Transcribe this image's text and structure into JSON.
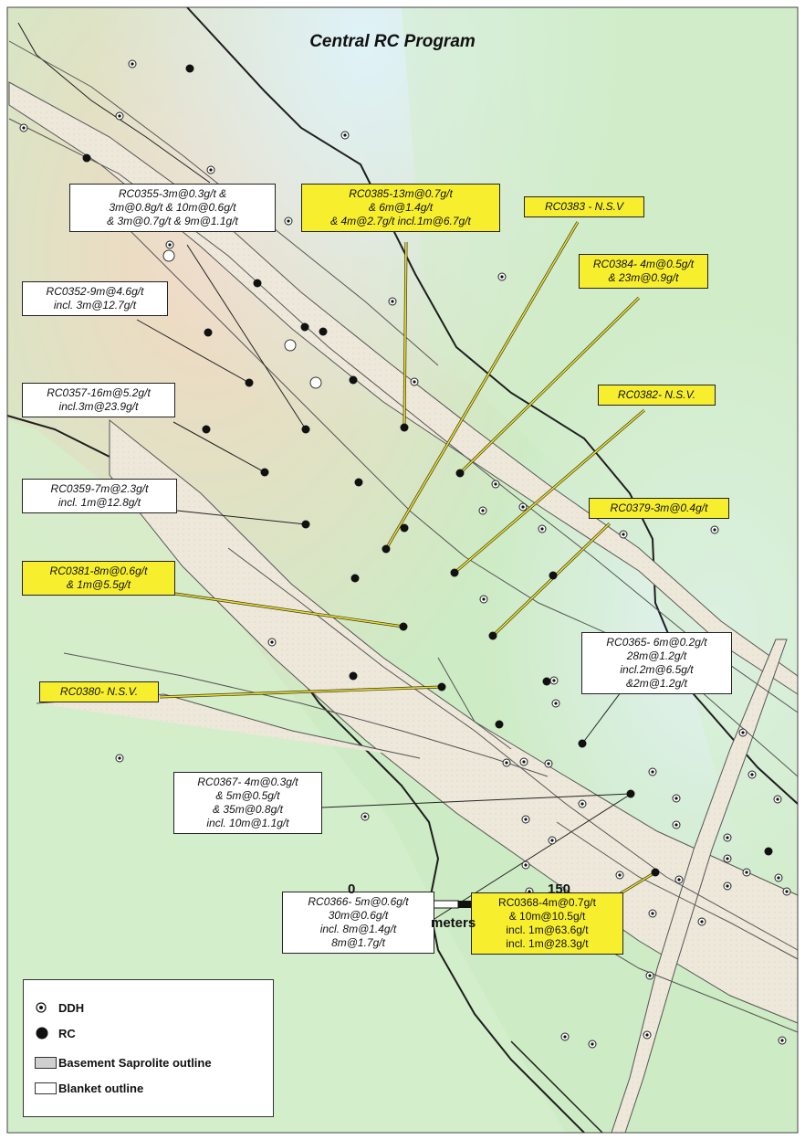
{
  "title": "Central RC Program",
  "labels": [
    {
      "id": "rc0355",
      "lines": [
        "RC0355-3m@0.3g/t &",
        "3m@0.8g/t  & 10m@0.6g/t",
        "& 3m@0.7g/t  & 9m@1.1g/t"
      ],
      "highlight": false
    },
    {
      "id": "rc0385",
      "lines": [
        "RC0385-13m@0.7g/t",
        "& 6m@1.4g/t",
        "& 4m@2.7g/t incl.1m@6.7g/t"
      ],
      "highlight": true
    },
    {
      "id": "rc0383",
      "lines": [
        "RC0383 - N.S.V"
      ],
      "highlight": true
    },
    {
      "id": "rc0384",
      "lines": [
        "RC0384- 4m@0.5g/t",
        "& 23m@0.9g/t"
      ],
      "highlight": true
    },
    {
      "id": "rc0352",
      "lines": [
        "RC0352-9m@4.6g/t",
        "incl. 3m@12.7g/t"
      ],
      "highlight": false
    },
    {
      "id": "rc0382",
      "lines": [
        "RC0382- N.S.V."
      ],
      "highlight": true
    },
    {
      "id": "rc0357",
      "lines": [
        "RC0357-16m@5.2g/t",
        "incl.3m@23.9g/t"
      ],
      "highlight": false
    },
    {
      "id": "rc0359",
      "lines": [
        "RC0359-7m@2.3g/t",
        "incl. 1m@12.8g/t"
      ],
      "highlight": false
    },
    {
      "id": "rc0379",
      "lines": [
        "RC0379-3m@0.4g/t"
      ],
      "highlight": true
    },
    {
      "id": "rc0381",
      "lines": [
        "RC0381-8m@0.6g/t",
        "& 1m@5.5g/t"
      ],
      "highlight": true
    },
    {
      "id": "rc0365",
      "lines": [
        "RC0365- 6m@0.2g/t",
        "28m@1.2g/t",
        "incl.2m@6.5g/t",
        "&2m@1.2g/t"
      ],
      "highlight": false
    },
    {
      "id": "rc0380",
      "lines": [
        "RC0380- N.S.V."
      ],
      "highlight": true
    },
    {
      "id": "rc0367",
      "lines": [
        "RC0367- 4m@0.3g/t",
        "& 5m@0.5g/t",
        "& 35m@0.8g/t",
        "incl. 10m@1.1g/t"
      ],
      "highlight": false
    },
    {
      "id": "rc0366",
      "lines": [
        "RC0366- 5m@0.6g/t",
        "30m@0.6g/t",
        "incl. 8m@1.4g/t",
        "8m@1.7g/t"
      ],
      "highlight": false
    },
    {
      "id": "rc0368",
      "lines": [
        "RC0368-4m@0.7g/t",
        "& 10m@10.5g/t",
        "incl. 1m@63.6g/t",
        "incl. 1m@28.3g/t"
      ],
      "highlight": true
    }
  ],
  "legend": {
    "ddh": "DDH",
    "rc": "RC",
    "saprolite": "Basement Saprolite outline",
    "blanket": "Blanket outline"
  },
  "scale_bar": {
    "start": "0",
    "end": "150",
    "unit": "meters"
  },
  "colors": {
    "highlight_box": "#f7ef2e",
    "leader_yellow": "#f2e21c",
    "saprolite_fill": "#ece7d8",
    "background_green": "#cfeec8",
    "background_tan": "#f1dcc6",
    "background_blue": "#dff0f7"
  }
}
